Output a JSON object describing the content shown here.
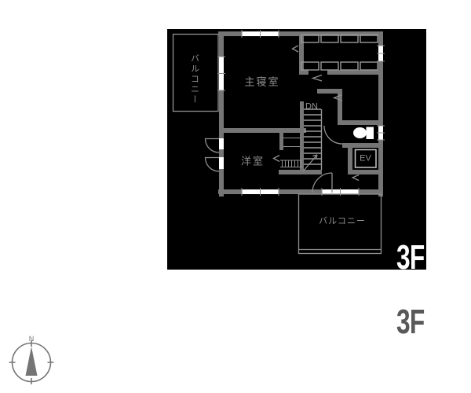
{
  "plan": {
    "background": "#000000",
    "wall_color": "#757575",
    "thin_line_color": "#8f8f8f",
    "label_color": "#909090",
    "labels": {
      "master_bedroom": "主寝室",
      "western_room": "洋室",
      "balcony_top": "バルコニー",
      "balcony_bottom": "バルコニー",
      "stairs_down": "DN",
      "elevator": "EV"
    },
    "floor_tag": "3F",
    "floor_tag_color": "#ffffff"
  },
  "caption": {
    "floor_tag": "3F",
    "color": "#595959"
  },
  "compass": {
    "north_label": "N",
    "color": "#757575"
  }
}
